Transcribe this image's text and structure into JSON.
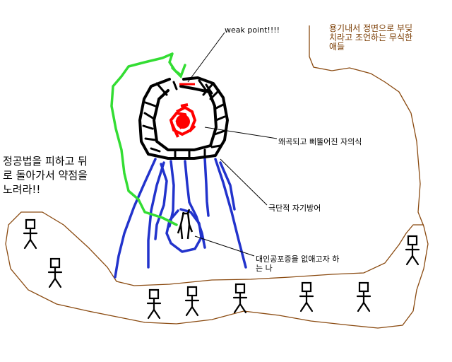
{
  "labels": {
    "weak_point": "weak point!!!!",
    "distorted_self": "왜곡되고 삐뚤어진 자의식",
    "extreme_defense": "극단적 자기방어",
    "me_line1": "대인공포증을 없애고자 하",
    "me_line2": "는 나",
    "advice_line1": "정공법을 피하고 뒤",
    "advice_line2": "로 돌아가서 약점을",
    "advice_line3": "노려라!!",
    "crowd_line1": "용기내서 정면으로 부딪",
    "crowd_line2": "치라고 조언하는 무식한",
    "crowd_line3": "애들"
  },
  "colors": {
    "outline": "#000000",
    "weak_spot": "#ff0000",
    "core": "#ff0000",
    "path": "#33dd33",
    "legs": "#2233cc",
    "crowd_area": "#8a4a10",
    "crowd_text": "#7a3b00"
  }
}
